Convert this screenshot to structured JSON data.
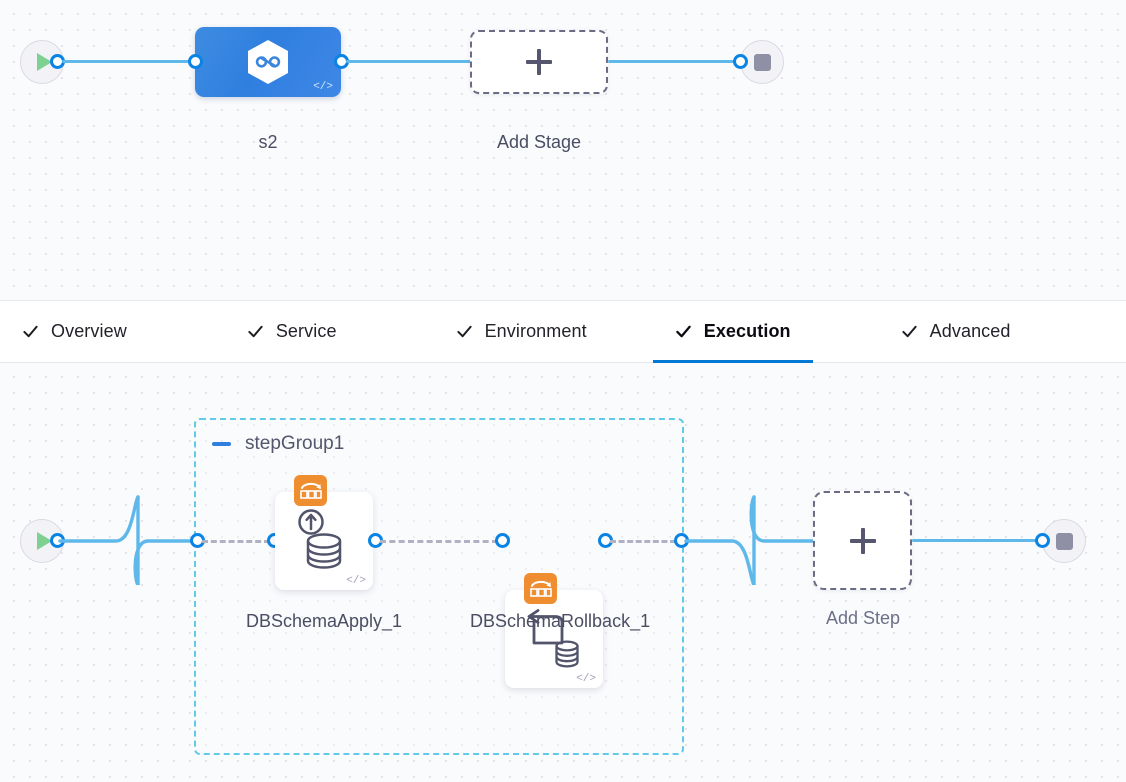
{
  "pipeline": {
    "stage_canvas": {
      "start_node": {
        "name": "start-node",
        "icon": "play-icon"
      },
      "stage": {
        "label": "s2",
        "icon": "harness-cd-hexagon-icon",
        "code_tag": "</>"
      },
      "add_stage": {
        "label": "Add Stage",
        "icon": "plus-icon"
      },
      "end_node": {
        "name": "end-node",
        "icon": "stop-icon"
      }
    },
    "tabs": [
      {
        "label": "Overview",
        "active": false,
        "checked": true
      },
      {
        "label": "Service",
        "active": false,
        "checked": true
      },
      {
        "label": "Environment",
        "active": false,
        "checked": true
      },
      {
        "label": "Execution",
        "active": true,
        "checked": true
      },
      {
        "label": "Advanced",
        "active": false,
        "checked": true
      }
    ],
    "execution_canvas": {
      "start_node": {
        "name": "start-node",
        "icon": "play-icon"
      },
      "step_group": {
        "title": "stepGroup1",
        "collapse_icon": "minus-icon",
        "steps": [
          {
            "label": "DBSchemaApply_1",
            "icon": "db-schema-apply-icon",
            "badge_icon": "db-migration-badge-icon",
            "code_tag": "</>"
          },
          {
            "label": "DBSchemaRollback_1",
            "icon": "db-schema-rollback-icon",
            "badge_icon": "db-migration-badge-icon",
            "code_tag": "</>"
          }
        ]
      },
      "add_step": {
        "label": "Add Step",
        "icon": "plus-icon"
      },
      "end_node": {
        "name": "end-node",
        "icon": "stop-icon"
      }
    }
  },
  "colors": {
    "accent_blue": "#0278d5",
    "link_blue": "#5fb8ea",
    "port_blue": "#0a84e4",
    "stage_blue": "#2f7fe0",
    "badge_orange": "#ef8d31",
    "group_border": "#62c9e8",
    "canvas_bg": "#fafbfd",
    "play_green": "#7ed191",
    "stop_gray": "#8f90a6"
  }
}
